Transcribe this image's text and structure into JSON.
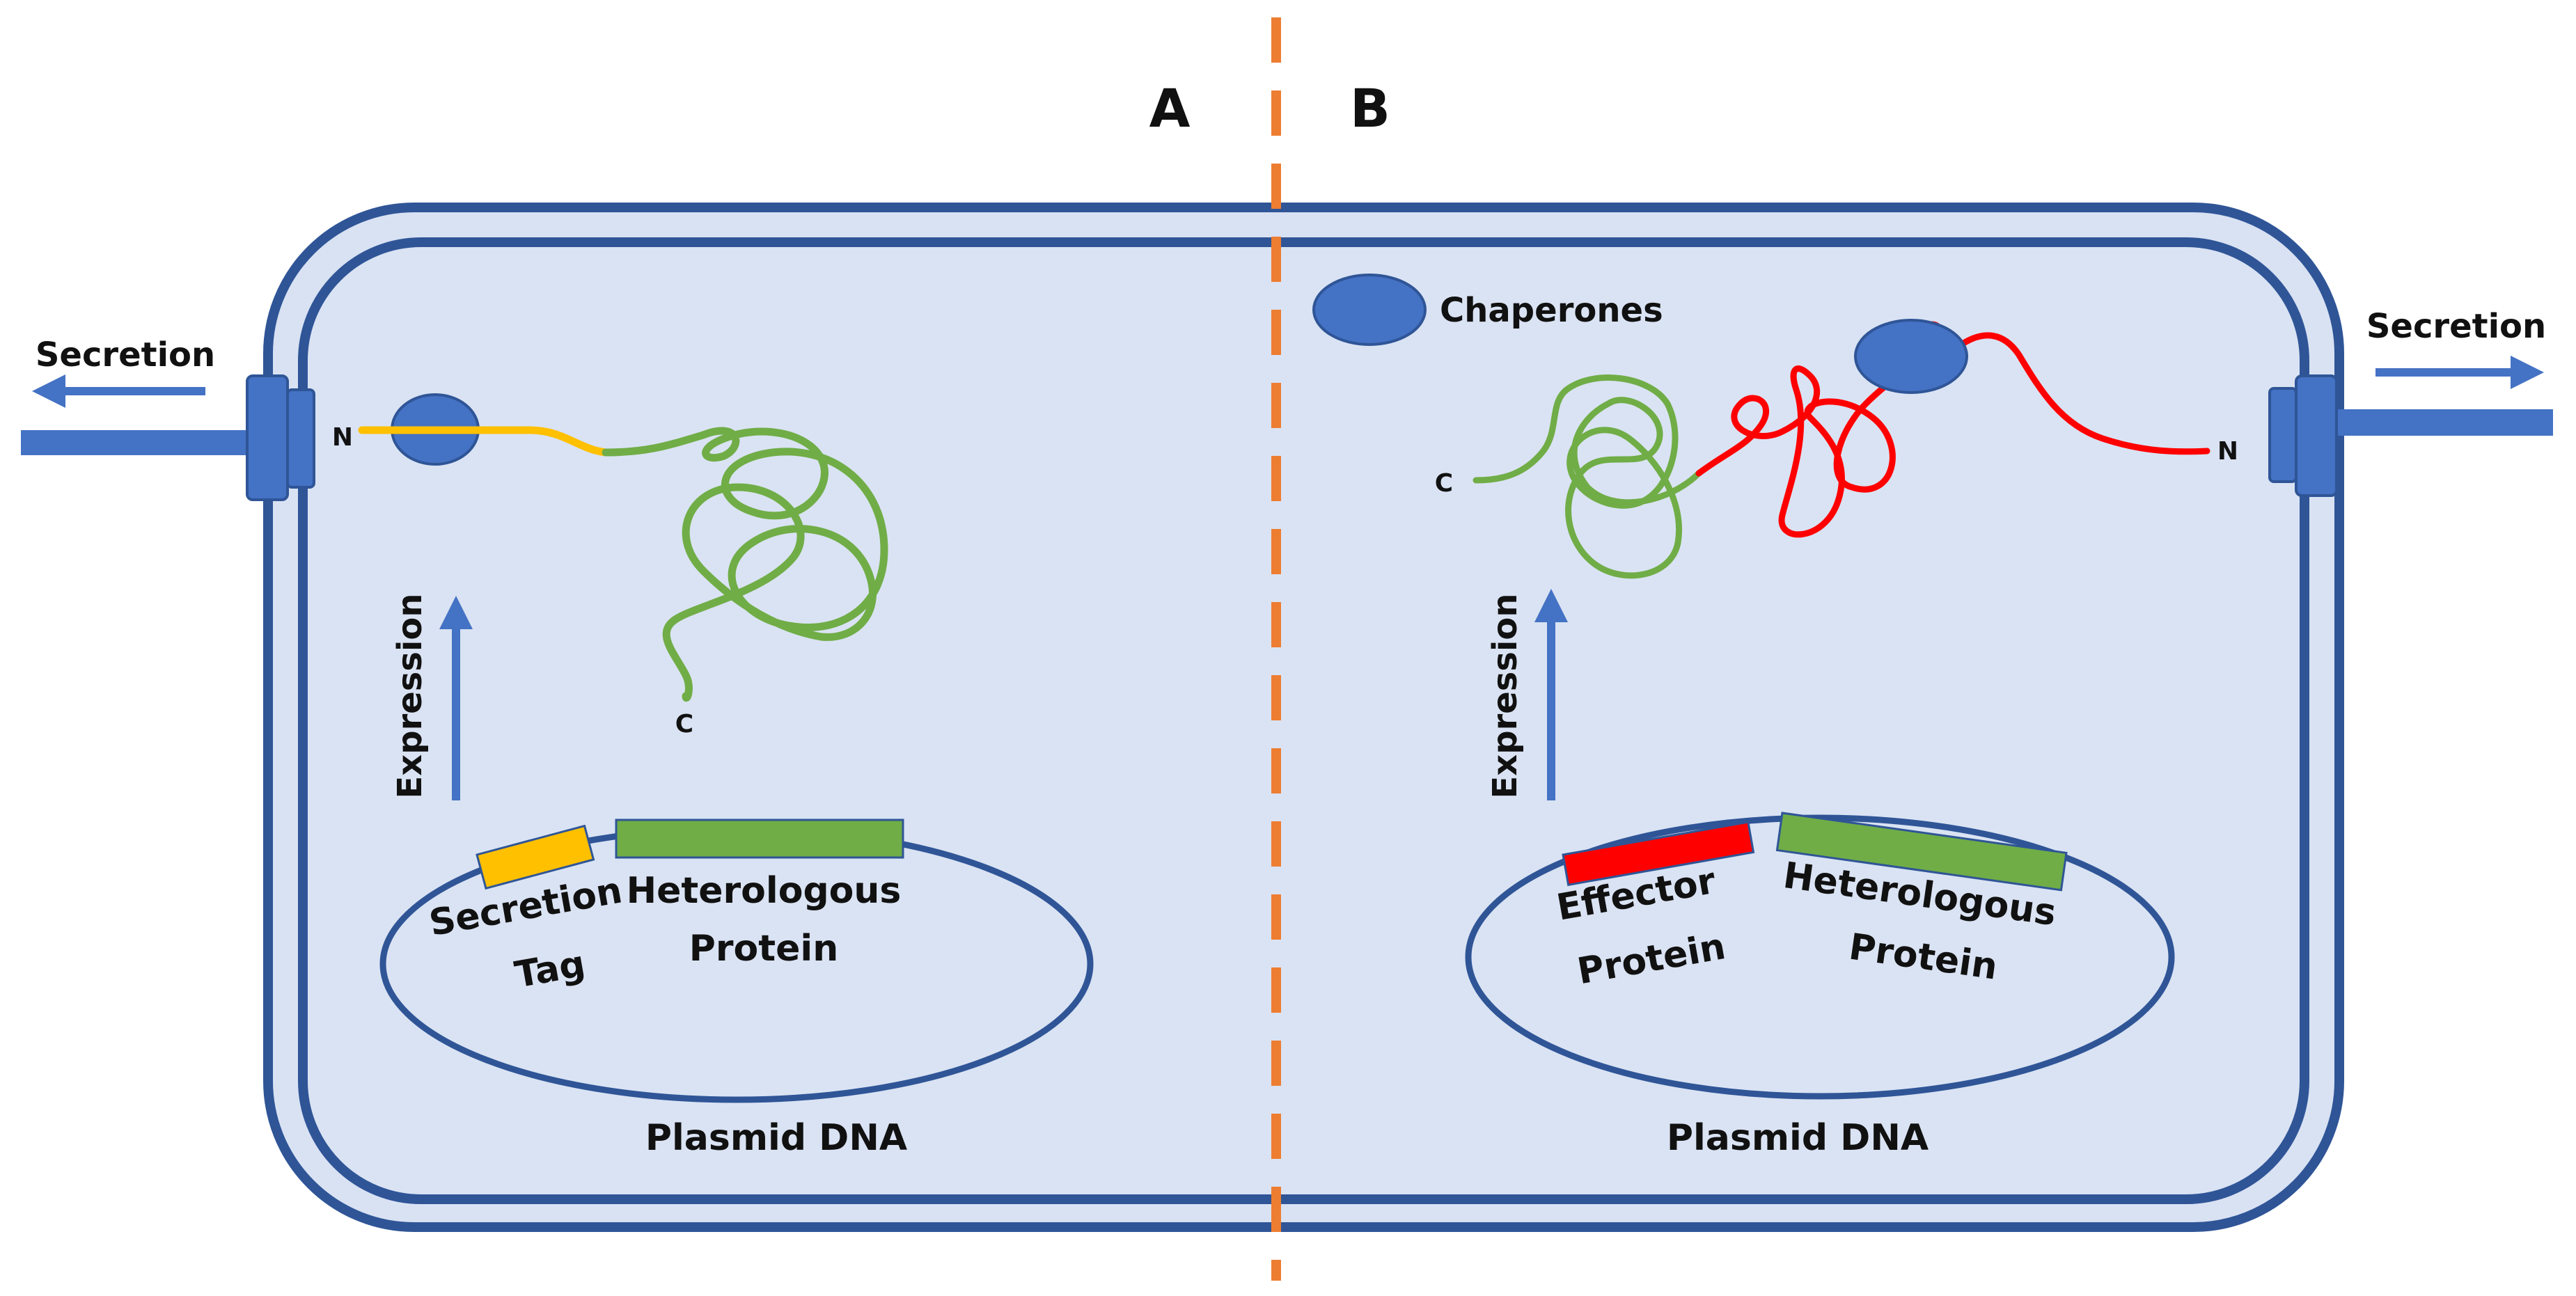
{
  "panels": {
    "a": "A",
    "b": "B"
  },
  "left": {
    "secretion_label": "Secretion",
    "expression_label": "Expression",
    "n_terminus": "N",
    "c_terminus": "C",
    "gene_tag_line1": "Secretion",
    "gene_tag_line2": "Tag",
    "gene_protein_line1": "Heterologous",
    "gene_protein_line2": "Protein",
    "plasmid_label": "Plasmid DNA"
  },
  "right": {
    "chaperones_label": "Chaperones",
    "secretion_label": "Secretion",
    "expression_label": "Expression",
    "n_terminus": "N",
    "c_terminus": "C",
    "gene_effector_line1": "Effector",
    "gene_effector_line2": "Protein",
    "gene_protein_line1": "Heterologous",
    "gene_protein_line2": "Protein",
    "plasmid_label": "Plasmid DNA"
  },
  "colors": {
    "membrane": "#2f5597",
    "periplasm": "#d9e2f3",
    "cytoplasm": "#dae3f3",
    "arrow": "#4472c4",
    "chaperone": "#4472c4",
    "divider": "#ed7d31",
    "secretion_tag": "#ffc000",
    "heterologous_gene": "#70ad47",
    "effector_gene": "#ff0000",
    "protein_green": "#70ad47",
    "protein_red": "#ff0000",
    "tag_yellow": "#ffc000"
  }
}
